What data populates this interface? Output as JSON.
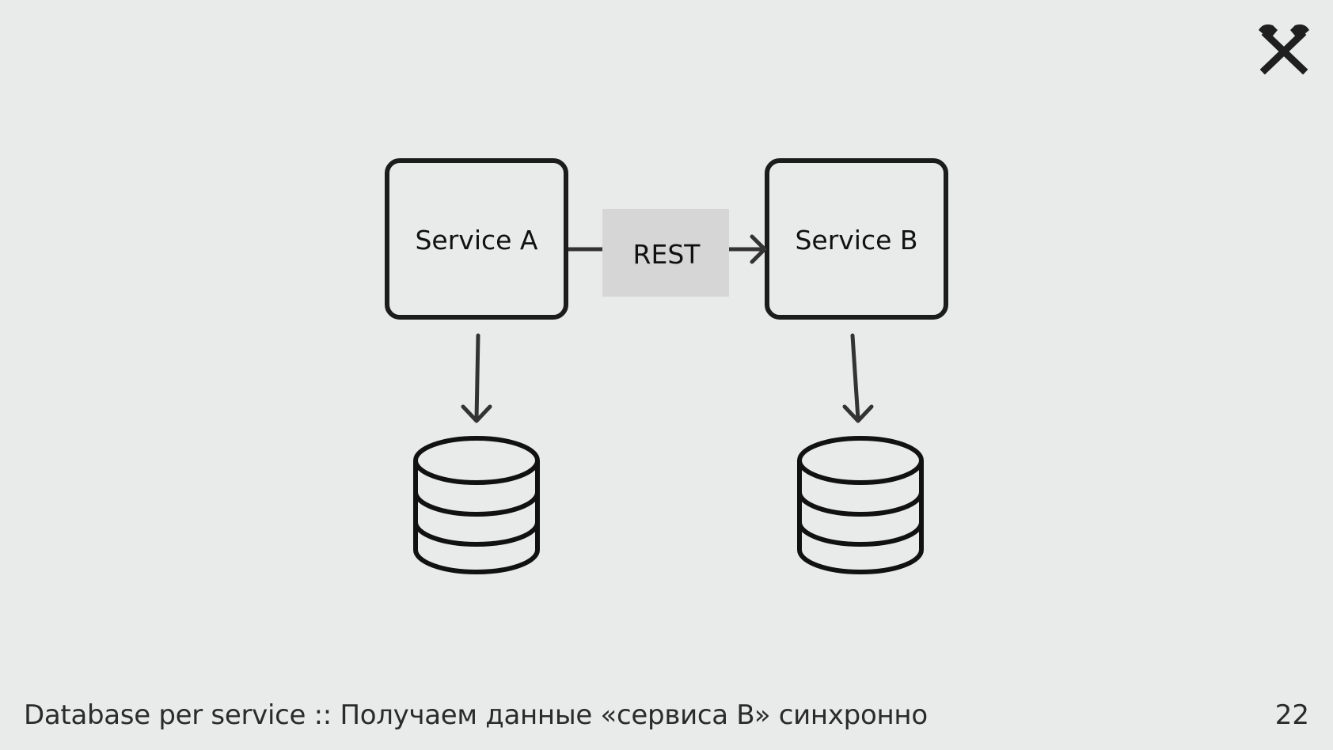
{
  "diagram": {
    "nodes": {
      "service_a": "Service A",
      "service_b": "Service B",
      "rest": "REST"
    },
    "edges": [
      {
        "from": "service_a",
        "to": "service_b",
        "label": "REST"
      },
      {
        "from": "service_a",
        "to": "database_a"
      },
      {
        "from": "service_b",
        "to": "database_b"
      }
    ]
  },
  "footer": {
    "caption": "Database per service :: Получаем данные «сервиса B» синхронно",
    "page_number": "22"
  },
  "icons": {
    "logo": "crossed-hammers-icon",
    "database": "database-icon"
  },
  "colors": {
    "background": "#e9ebea",
    "stroke": "#1c1c1c",
    "rest_box": "#d6d6d6"
  }
}
